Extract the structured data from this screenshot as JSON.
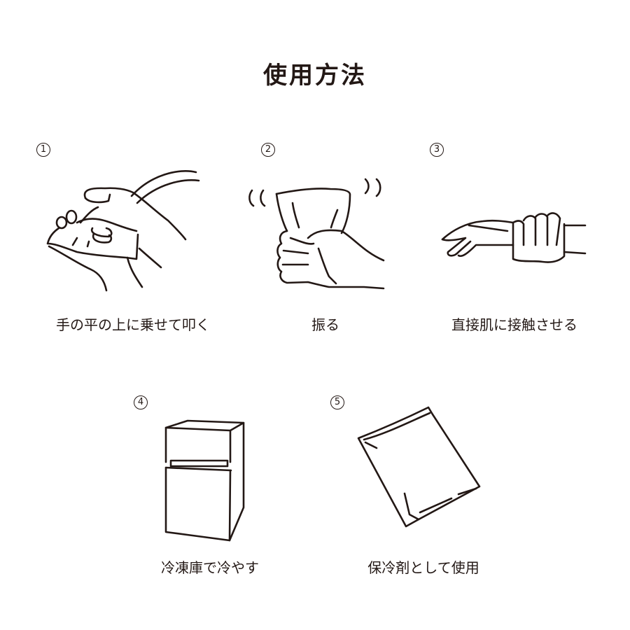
{
  "page": {
    "title": "使用方法",
    "text_color": "#231815",
    "background": "#ffffff"
  },
  "steps": [
    {
      "number": "1",
      "caption": "手の平の上に乗せて叩く",
      "icon": "hands-tapping-pack-icon"
    },
    {
      "number": "2",
      "caption": "振る",
      "icon": "hand-shaking-pack-icon"
    },
    {
      "number": "3",
      "caption": "直接肌に接触させる",
      "icon": "pack-on-wrist-icon"
    },
    {
      "number": "4",
      "caption": "冷凍庫で冷やす",
      "icon": "freezer-icon"
    },
    {
      "number": "5",
      "caption": "保冷剤として使用",
      "icon": "ice-pack-icon"
    }
  ]
}
